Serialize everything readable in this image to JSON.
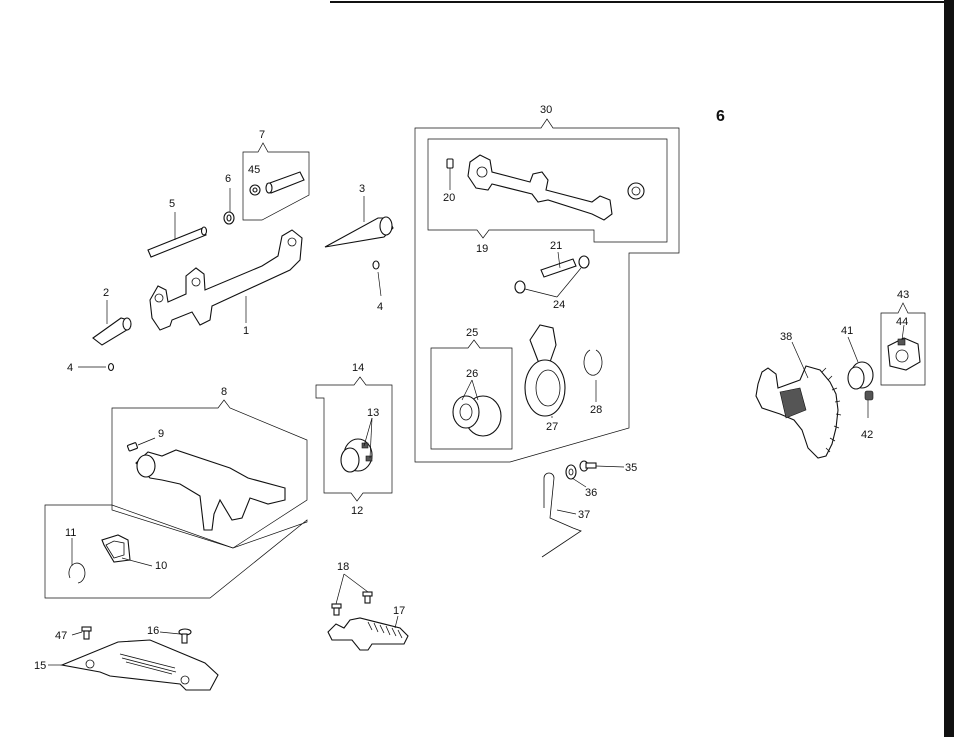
{
  "page_number": "6",
  "labels": {
    "l1": "1",
    "l2": "2",
    "l3": "3",
    "l4a": "4",
    "l4b": "4",
    "l5": "5",
    "l6": "6",
    "l7": "7",
    "l8": "8",
    "l9": "9",
    "l10": "10",
    "l11": "11",
    "l12": "12",
    "l13": "13",
    "l14": "14",
    "l15": "15",
    "l16": "16",
    "l17": "17",
    "l18": "18",
    "l19": "19",
    "l20": "20",
    "l21": "21",
    "l24": "24",
    "l25": "25",
    "l26": "26",
    "l27": "27",
    "l28": "28",
    "l30": "30",
    "l35": "35",
    "l36": "36",
    "l37": "37",
    "l38": "38",
    "l41": "41",
    "l42": "42",
    "l43": "43",
    "l44": "44",
    "l45": "45",
    "l47": "47"
  }
}
